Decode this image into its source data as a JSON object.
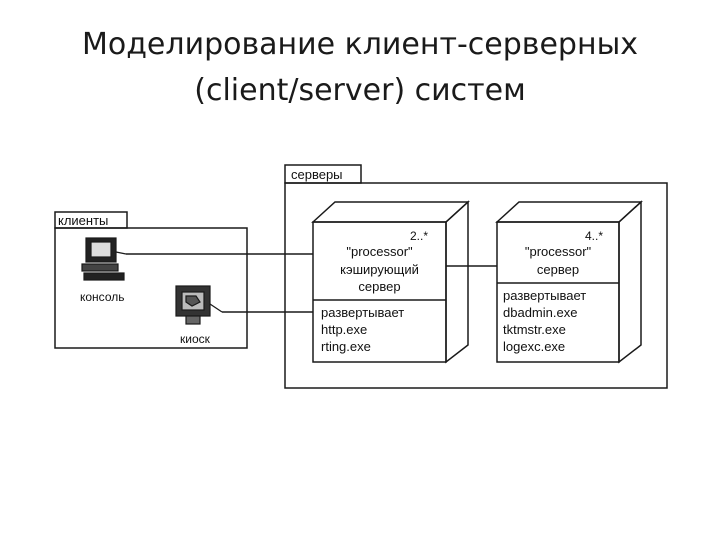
{
  "title": {
    "line1": "Моделирование клиент-серверных",
    "line2": "(client/server) систем"
  },
  "packages": {
    "clients": {
      "label": "клиенты"
    },
    "servers": {
      "label": "серверы"
    }
  },
  "devices": [
    {
      "label": "консоль",
      "icon": "computer-icon"
    },
    {
      "label": "киоск",
      "icon": "kiosk-icon"
    }
  ],
  "nodes": [
    {
      "multiplicity": "2..*",
      "stereotype": "\"processor\"",
      "name": [
        "кэширующий",
        "сервер"
      ],
      "deploys_label": "развертывает",
      "artifacts": [
        "http.exe",
        "rting.exe"
      ]
    },
    {
      "multiplicity": "4..*",
      "stereotype": "\"processor\"",
      "name": [
        "сервер"
      ],
      "deploys_label": "развертывает",
      "artifacts": [
        "dbadmin.exe",
        "tktmstr.exe",
        "logexc.exe"
      ]
    }
  ],
  "colors": {
    "line": "#1a1a1a",
    "background": "#ffffff",
    "title": "#1a1a1a"
  }
}
